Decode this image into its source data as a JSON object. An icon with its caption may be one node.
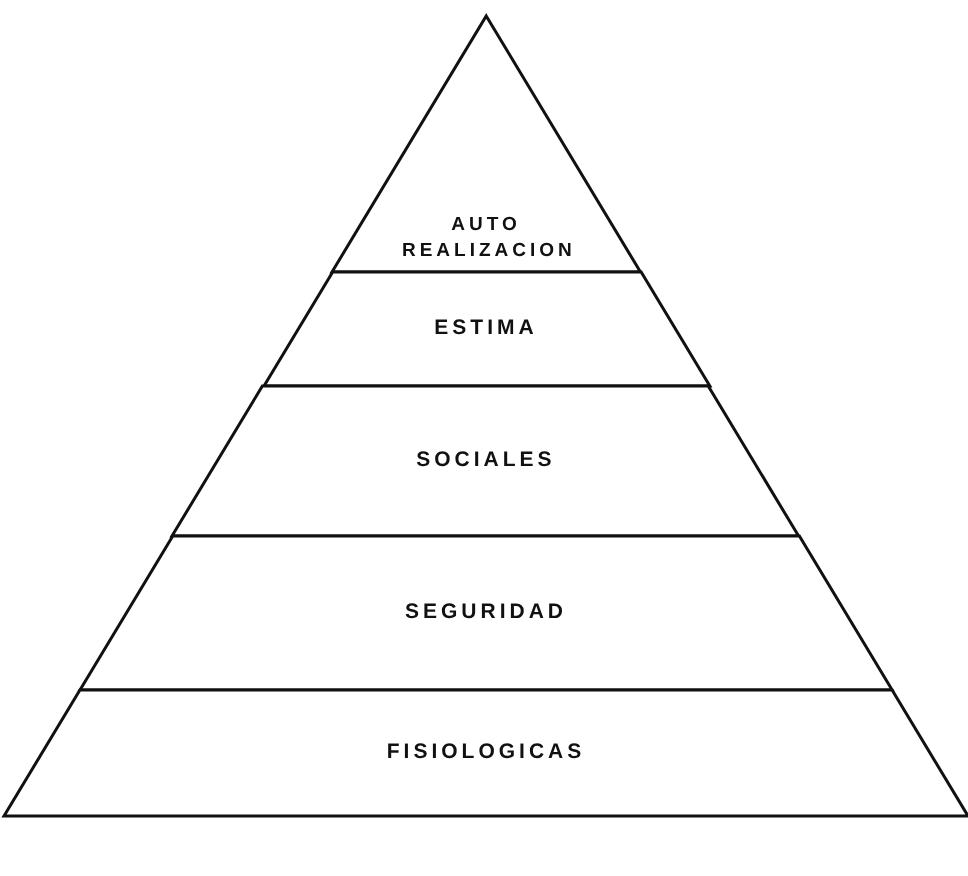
{
  "diagram": {
    "nodes": [
      {
        "text": [
          "AUTO REALIZACION"
        ]
      },
      {
        "text": [
          "ESTIMA"
        ]
      },
      {
        "text": [
          "SOCIALES"
        ]
      },
      {
        "text": [
          "SEGURIDAD"
        ]
      },
      {
        "text": [
          "FISIOLOGICAS"
        ]
      }
    ]
  }
}
